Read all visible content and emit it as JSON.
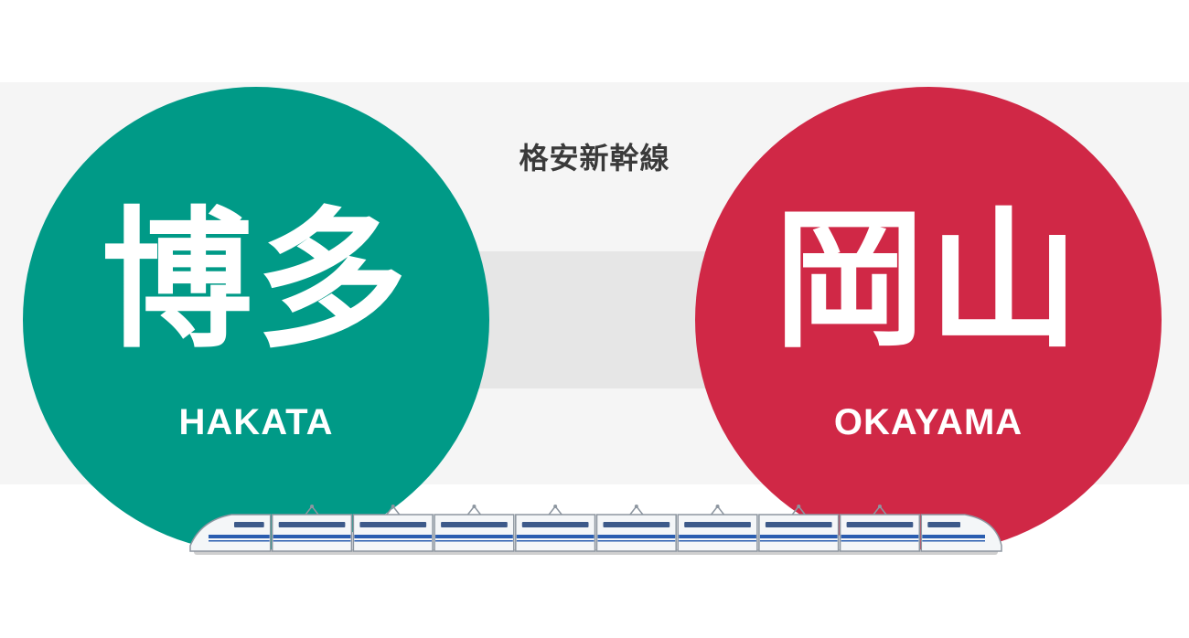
{
  "route": {
    "label": "格安新幹線"
  },
  "origin": {
    "kanji": "博多",
    "romaji": "HAKATA",
    "color": "#009a87"
  },
  "destination": {
    "kanji": "岡山",
    "romaji": "OKAYAMA",
    "color": "#d02846"
  },
  "train": {
    "icon": "shinkansen-train-icon",
    "car_count": 10,
    "stripe_color": "#2a5db0"
  }
}
